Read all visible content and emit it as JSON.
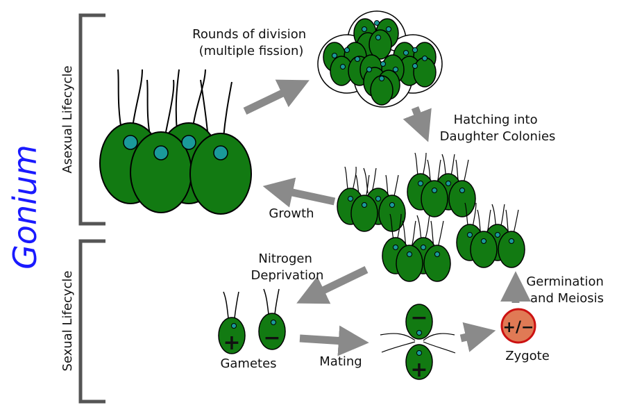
{
  "title": "Gonium",
  "sections": {
    "asexual": "Asexual Lifecycle",
    "sexual": "Sexual Lifecycle"
  },
  "labels": {
    "division_line1": "Rounds of division",
    "division_line2": "(multiple fission)",
    "hatching_line1": "Hatching into",
    "hatching_line2": "Daughter Colonies",
    "growth": "Growth",
    "nitrogen_line1": "Nitrogen",
    "nitrogen_line2": "Deprivation",
    "gametes": "Gametes",
    "mating": "Mating",
    "zygote": "Zygote",
    "germination_line1": "Germination",
    "germination_line2": "and Meiosis"
  },
  "symbols": {
    "plus": "+",
    "minus": "−",
    "zygote_mark": "+/−"
  },
  "colors": {
    "title": "#1a1aff",
    "cell_fill": "#127a12",
    "nucleus": "#1a9a9a",
    "arrow": "#8a8a8a",
    "bracket": "#555555",
    "zygote_fill": "#e07a55",
    "zygote_stroke": "#cc1111"
  }
}
